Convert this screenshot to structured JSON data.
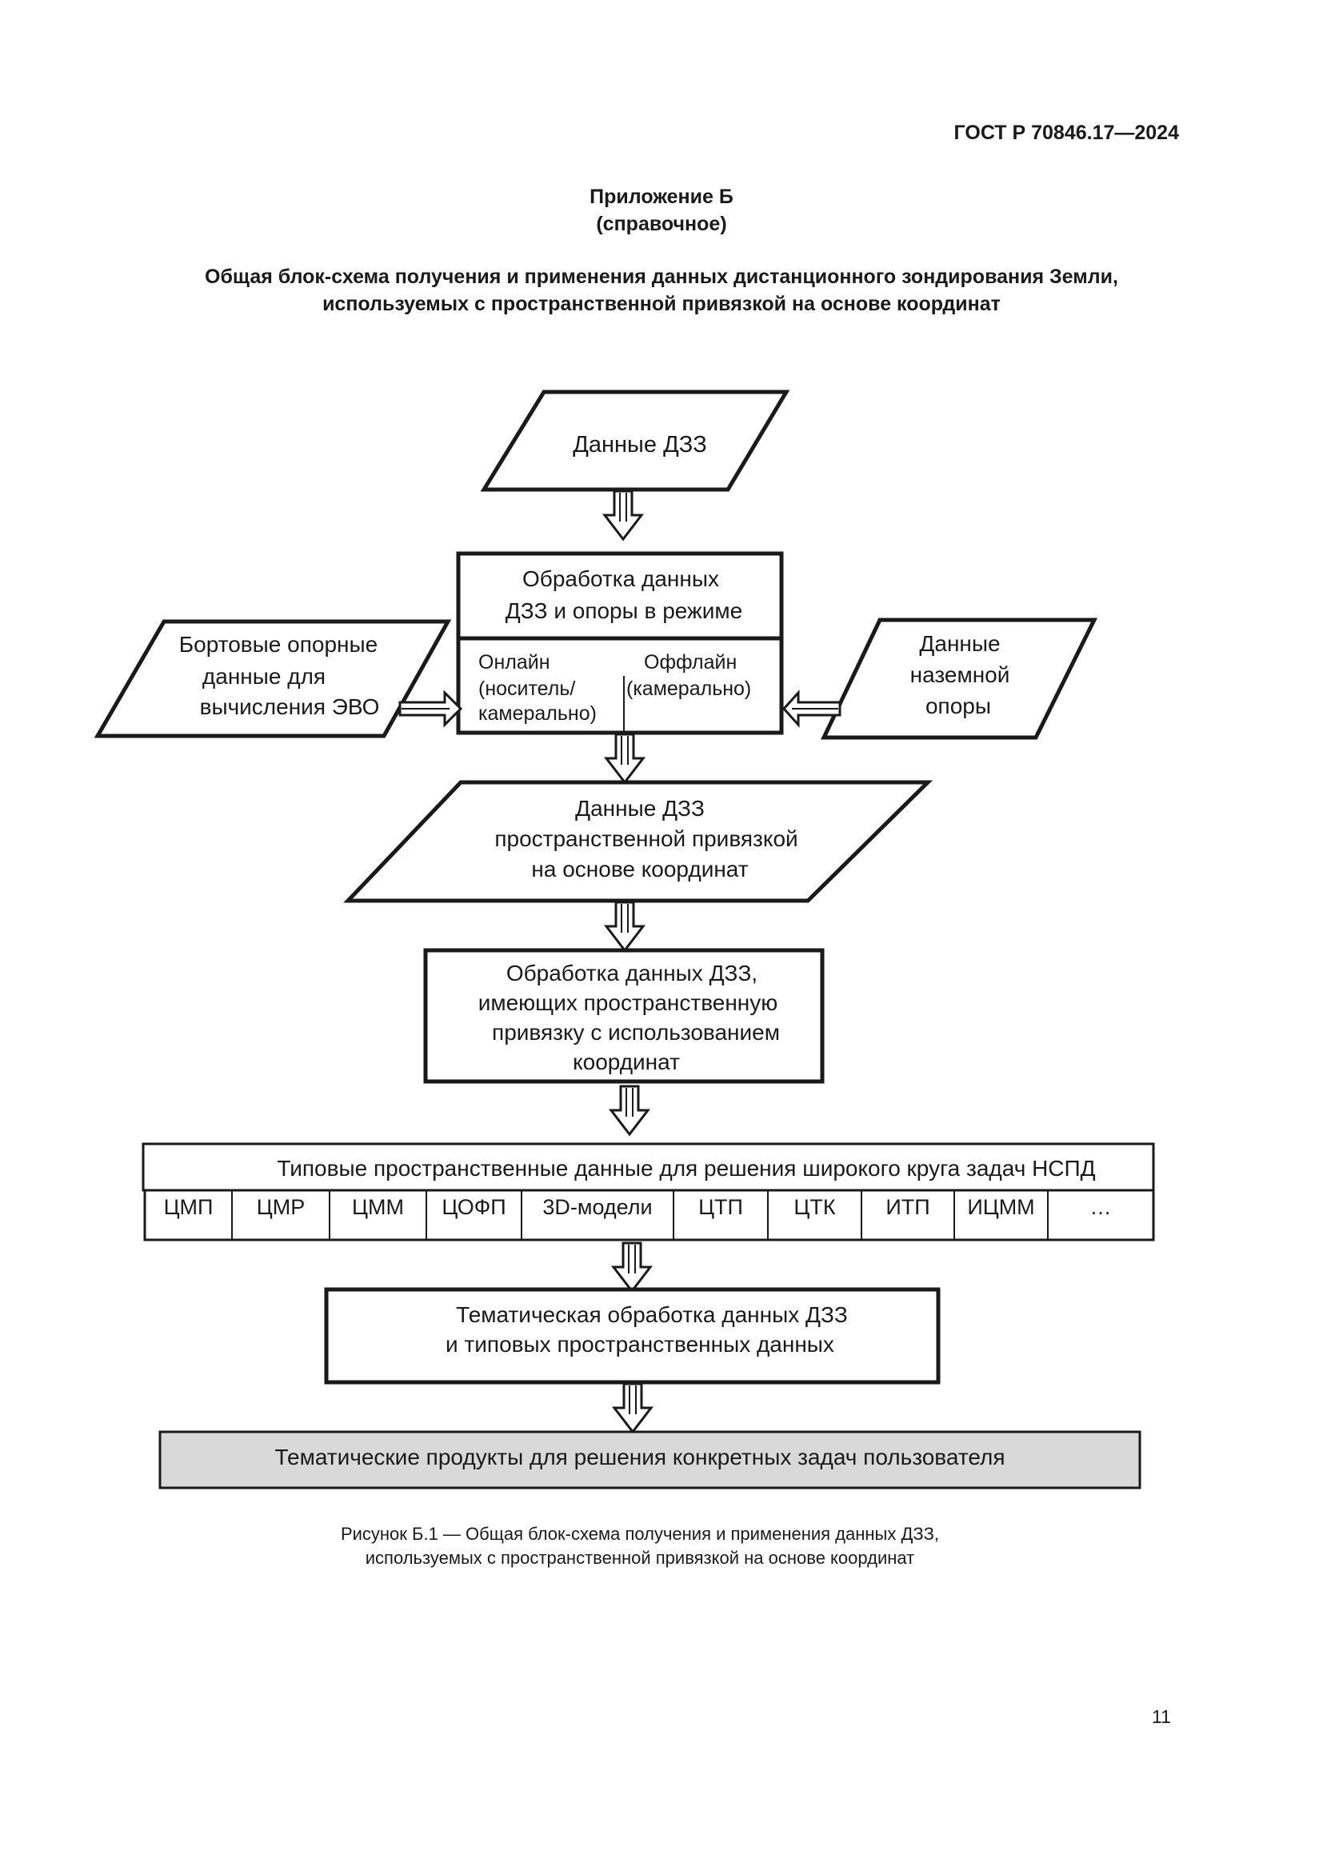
{
  "header": {
    "document_code": "ГОСТ Р 70846.17—2024",
    "appendix_title": "Приложение Б",
    "appendix_type": "(справочное)",
    "heading_line1": "Общая блок-схема получения и применения данных дистанционного зондирования Земли,",
    "heading_line2": "используемых с пространственной привязкой на основе координат"
  },
  "flowchart": {
    "input_data": "Данные ДЗЗ",
    "processing": {
      "line1": "Обработка данных",
      "line2": "ДЗЗ и опоры в режиме",
      "online_line1": "Онлайн",
      "online_line2": "(носитель/",
      "online_line3": "камерально)",
      "offline_line1": "Оффлайн",
      "offline_line2": "(камерально)"
    },
    "onboard": {
      "line1": "Бортовые опорные",
      "line2": "данные для",
      "line3": "вычисления ЭВО"
    },
    "ground": {
      "line1": "Данные",
      "line2": "наземной",
      "line3": "опоры"
    },
    "georef_data": {
      "line1": "Данные ДЗЗ",
      "line2": "пространственной привязкой",
      "line3": "на основе координат"
    },
    "georef_processing": {
      "line1": "Обработка данных ДЗЗ,",
      "line2": "имеющих пространственную",
      "line3": "привязку с использованием",
      "line4": "координат"
    },
    "typical_data": {
      "title": "Типовые пространственные данные для решения широкого круга задач НСПД",
      "cells": [
        "ЦМП",
        "ЦМР",
        "ЦММ",
        "ЦОФП",
        "3D-модели",
        "ЦТП",
        "ЦТК",
        "ИТП",
        "ИЦММ",
        "…"
      ]
    },
    "thematic_processing": {
      "line1": "Тематическая обработка данных ДЗЗ",
      "line2": "и типовых пространственных данных"
    },
    "thematic_products": "Тематические продукты для решения конкретных задач пользователя",
    "products_fill": "#d9d9d9"
  },
  "caption": {
    "line1": "Рисунок Б.1 — Общая блок-схема получения и применения данных ДЗЗ,",
    "line2": "используемых с пространственной привязкой на основе координат"
  },
  "page_number": "11"
}
